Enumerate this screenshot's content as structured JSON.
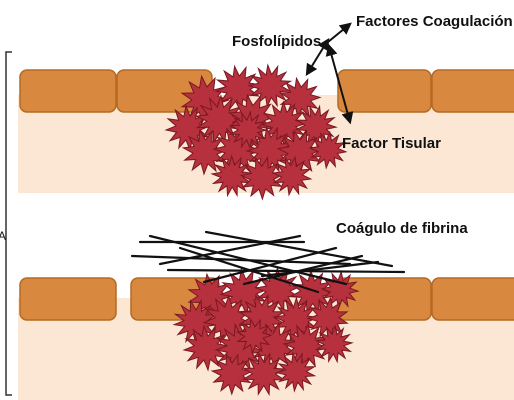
{
  "labels": {
    "fosfolipidos": "Fosfolípidos",
    "factores_coagulacion": "Factores Coagulación",
    "factor_tisular": "Factor Tisular",
    "coagulo_fibrina": "Coágulo de fibrina",
    "margin_letter": "A"
  },
  "colors": {
    "endothelium": "#d9883f",
    "endothelium_border": "#b56a22",
    "tissue": "#fbe7d3",
    "platelet": "#b6303d",
    "platelet_border": "#7a1822",
    "fibrin": "#111111",
    "bracket": "#333333"
  },
  "icons": {
    "platelet": "spiky-star-cell",
    "fibrin": "crossing-lines-mesh",
    "arrow": "double-headed-arrow"
  }
}
